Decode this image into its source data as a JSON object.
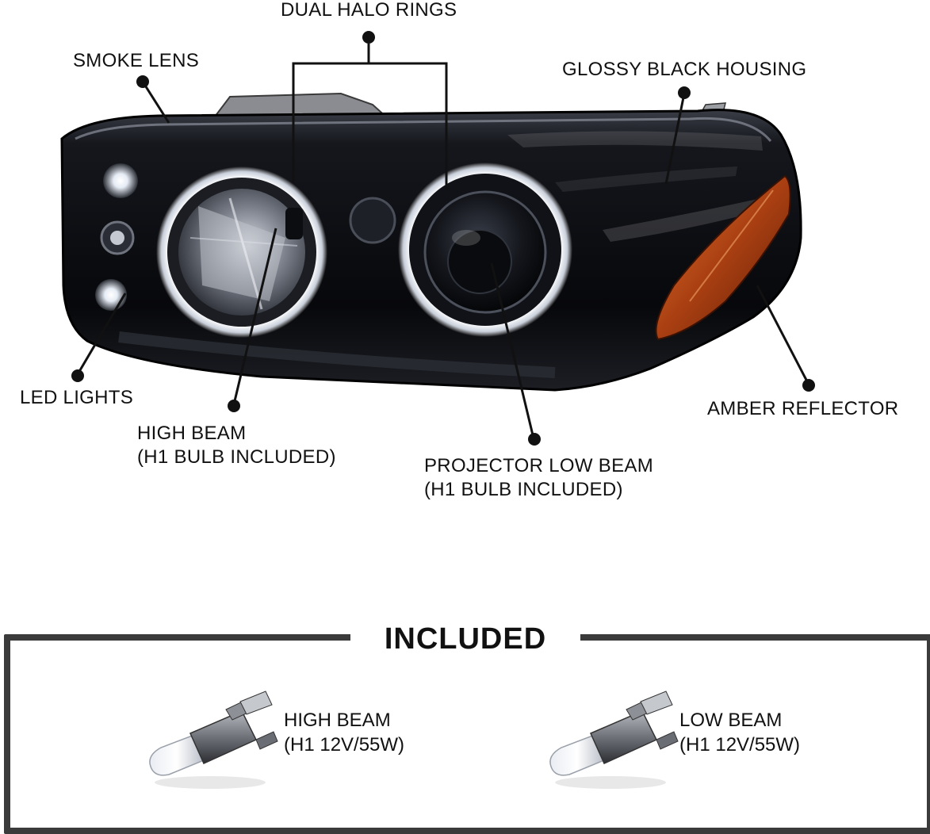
{
  "callouts": {
    "dual_halo": "DUAL HALO RINGS",
    "smoke_lens": "SMOKE LENS",
    "glossy_housing": "GLOSSY BLACK HOUSING",
    "led_lights": "LED LIGHTS",
    "high_beam": {
      "line1": "HIGH BEAM",
      "line2": "(H1 BULB INCLUDED)"
    },
    "projector": {
      "line1": "PROJECTOR LOW BEAM",
      "line2": "(H1 BULB INCLUDED)"
    },
    "amber": "AMBER REFLECTOR"
  },
  "included": {
    "title": "INCLUDED",
    "bulbs": [
      {
        "line1": "HIGH BEAM",
        "line2": "(H1 12V/55W)"
      },
      {
        "line1": "LOW BEAM",
        "line2": "(H1 12V/55W)"
      }
    ]
  },
  "colors": {
    "housing": "#0c0d12",
    "halo": "#f4f7ff",
    "amber": "#c8551a",
    "frame": "#3b3b3b"
  }
}
